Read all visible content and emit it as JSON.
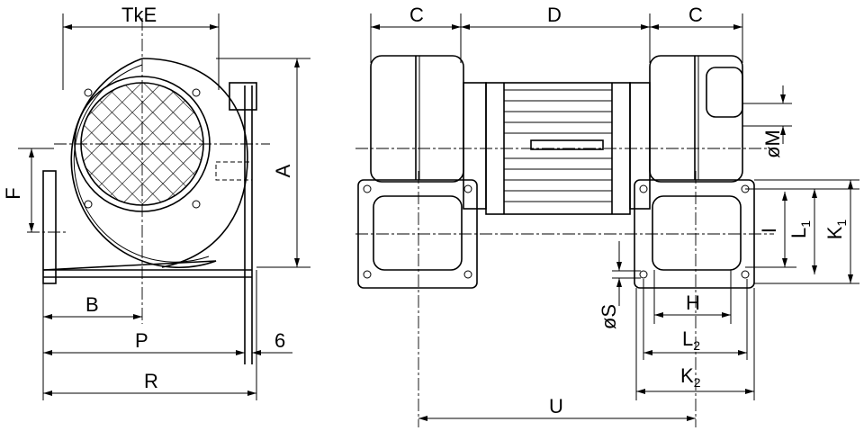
{
  "labels": {
    "tke": "TkE",
    "a": "A",
    "f": "F",
    "b": "B",
    "p": "P",
    "six": "6",
    "r": "R",
    "c_left": "C",
    "d": "D",
    "c_right": "C",
    "phi_m": "øM",
    "i": "I",
    "l1": "L",
    "l1_sub": "1",
    "k1": "K",
    "k1_sub": "1",
    "phi_s": "øS",
    "h": "H",
    "l2": "L",
    "l2_sub": "2",
    "k2": "K",
    "k2_sub": "2",
    "u": "U"
  }
}
